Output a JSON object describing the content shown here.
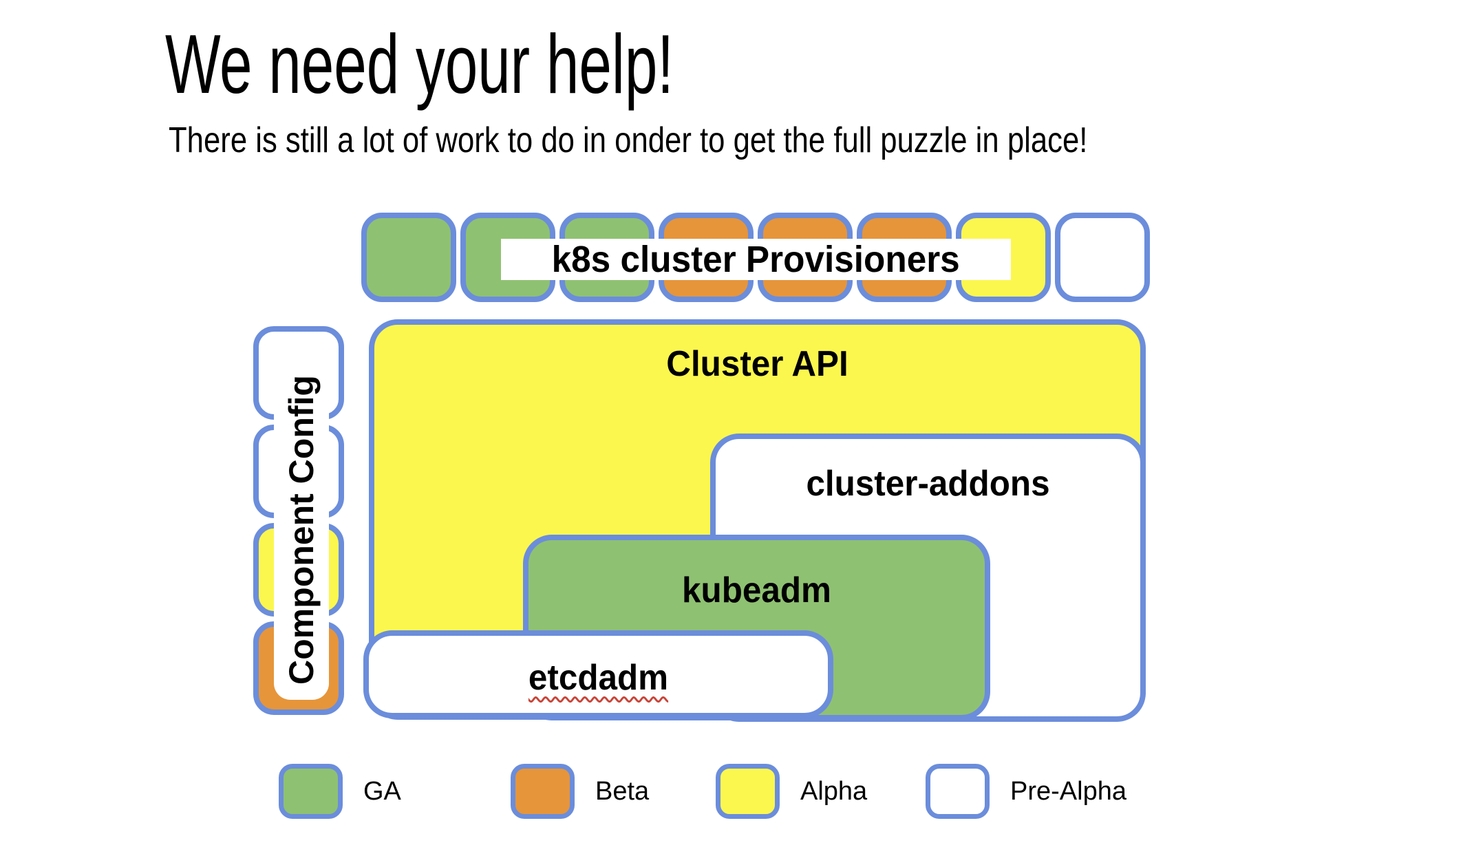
{
  "slide": {
    "title": "We need your help!",
    "subtitle": "There is still a lot of work to do in onder to get the full puzzle in place!"
  },
  "diagram": {
    "provisioners_row": {
      "label": "k8s cluster Provisioners",
      "squares": [
        "ga",
        "ga",
        "ga",
        "beta",
        "beta",
        "beta",
        "alpha",
        "pre_alpha"
      ]
    },
    "component_config": {
      "label": "Component Config",
      "squares": [
        "pre_alpha",
        "pre_alpha",
        "alpha",
        "beta"
      ]
    },
    "blocks": [
      {
        "id": "cluster-api",
        "label": "Cluster API",
        "status": "alpha"
      },
      {
        "id": "cluster-addons",
        "label": "cluster-addons",
        "status": "pre_alpha"
      },
      {
        "id": "kubeadm",
        "label": "kubeadm",
        "status": "ga"
      },
      {
        "id": "etcdadm",
        "label": "etcdadm",
        "status": "pre_alpha",
        "spellcheck_underline": true
      }
    ]
  },
  "legend": {
    "items": [
      {
        "label": "GA",
        "status": "ga"
      },
      {
        "label": "Beta",
        "status": "beta"
      },
      {
        "label": "Alpha",
        "status": "alpha"
      },
      {
        "label": "Pre-Alpha",
        "status": "pre_alpha"
      }
    ]
  },
  "colors": {
    "ga": "#8fc172",
    "beta": "#e6953a",
    "alpha": "#fcf74e",
    "pre_alpha": "#ffffff",
    "border": "#6b8ddb",
    "text": "#000000",
    "spellcheck": "#c94438"
  }
}
